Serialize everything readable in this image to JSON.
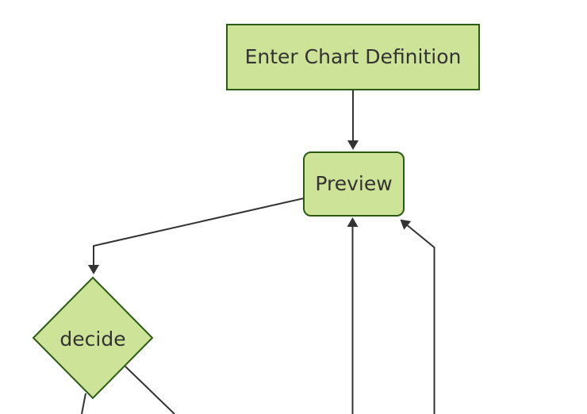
{
  "diagram": {
    "type": "flowchart",
    "background": "#ffffff",
    "colors": {
      "node_fill": "#cde498",
      "node_border": "#2a5b12",
      "edge": "#333333",
      "text": "#333333"
    },
    "nodes": [
      {
        "id": "enter-chart-definition",
        "label": "Enter Chart Definition",
        "shape": "rectangle"
      },
      {
        "id": "preview",
        "label": "Preview",
        "shape": "rounded-rectangle"
      },
      {
        "id": "decide",
        "label": "decide",
        "shape": "diamond"
      }
    ],
    "edges": [
      {
        "from": "enter-chart-definition",
        "to": "preview",
        "arrow": true
      },
      {
        "from": "preview",
        "to": "decide",
        "arrow": true
      },
      {
        "from": "offscreen-bottom",
        "to": "preview",
        "arrow": true
      },
      {
        "from": "offscreen-bottom-right",
        "to": "preview",
        "arrow": true
      },
      {
        "from": "decide",
        "to": "offscreen-bottom-left",
        "arrow": false
      },
      {
        "from": "decide",
        "to": "offscreen-bottom-right",
        "arrow": false
      }
    ]
  }
}
